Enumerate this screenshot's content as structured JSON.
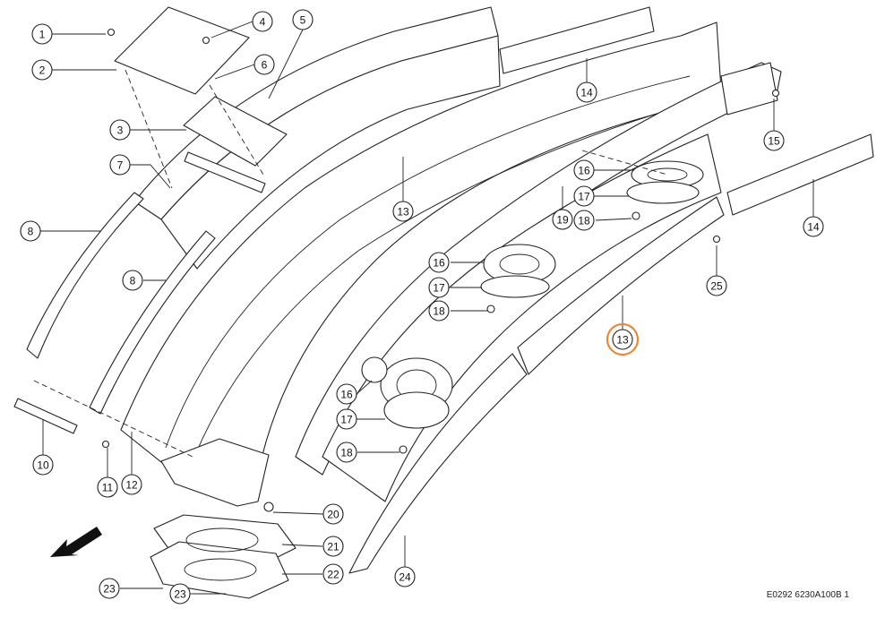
{
  "diagram": {
    "reference": "E0292 6230A100B 1",
    "highlight_color": "#e8893a",
    "callouts": [
      {
        "id": "c1",
        "label": "1"
      },
      {
        "id": "c2",
        "label": "2"
      },
      {
        "id": "c3",
        "label": "3"
      },
      {
        "id": "c4",
        "label": "4"
      },
      {
        "id": "c5",
        "label": "5"
      },
      {
        "id": "c6",
        "label": "6"
      },
      {
        "id": "c7",
        "label": "7"
      },
      {
        "id": "c8a",
        "label": "8"
      },
      {
        "id": "c8b",
        "label": "8"
      },
      {
        "id": "c10",
        "label": "10"
      },
      {
        "id": "c11",
        "label": "11"
      },
      {
        "id": "c12",
        "label": "12"
      },
      {
        "id": "c13a",
        "label": "13"
      },
      {
        "id": "c13b",
        "label": "13",
        "highlighted": true
      },
      {
        "id": "c14a",
        "label": "14"
      },
      {
        "id": "c14b",
        "label": "14"
      },
      {
        "id": "c15",
        "label": "15"
      },
      {
        "id": "c16a",
        "label": "16"
      },
      {
        "id": "c16b",
        "label": "16"
      },
      {
        "id": "c16c",
        "label": "16"
      },
      {
        "id": "c17a",
        "label": "17"
      },
      {
        "id": "c17b",
        "label": "17"
      },
      {
        "id": "c17c",
        "label": "17"
      },
      {
        "id": "c18a",
        "label": "18"
      },
      {
        "id": "c18b",
        "label": "18"
      },
      {
        "id": "c18c",
        "label": "18"
      },
      {
        "id": "c19",
        "label": "19"
      },
      {
        "id": "c20",
        "label": "20"
      },
      {
        "id": "c21",
        "label": "21"
      },
      {
        "id": "c22",
        "label": "22"
      },
      {
        "id": "c23a",
        "label": "23"
      },
      {
        "id": "c23b",
        "label": "23"
      },
      {
        "id": "c24",
        "label": "24"
      },
      {
        "id": "c25",
        "label": "25"
      }
    ]
  }
}
